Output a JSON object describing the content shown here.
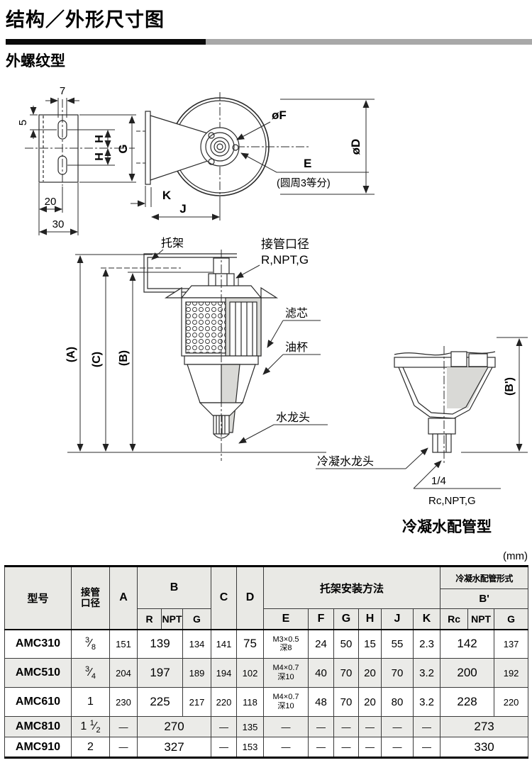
{
  "page": {
    "title": "结构／外形尺寸图",
    "subtitle": "外螺纹型",
    "unit": "(mm)"
  },
  "diagram": {
    "fig_top": {
      "dim_7": "7",
      "dim_5": "5",
      "dim_20": "20",
      "dim_30": "30",
      "dim_h1": "H",
      "dim_h2": "H",
      "dim_g": "G",
      "dim_k": "K",
      "dim_j": "J",
      "dim_of": "øF",
      "dim_od": "øD",
      "dim_e": "E",
      "e_note": "(圆周3等分)"
    },
    "fig_front": {
      "bracket": "托架",
      "port_label": "接管口径",
      "port_threads": "R,NPT,G",
      "element": "滤芯",
      "bowl": "油杯",
      "tap": "水龙头",
      "dim_a": "(A)",
      "dim_c": "(C)",
      "dim_b": "(B)"
    },
    "fig_drain": {
      "dim_bp": "(B')",
      "cond_tap": "冷凝水龙头",
      "drain_size": "1/4",
      "drain_threads": "Rc,NPT,G",
      "caption": "冷凝水配管型"
    }
  },
  "table": {
    "header": {
      "model": "型号",
      "port": "接管\n口径",
      "a": "A",
      "b": "B",
      "c": "C",
      "d": "D",
      "bracket_group": "托架安装方法",
      "cond_group": "冷凝水配管形式",
      "bp": "B'",
      "r": "R",
      "npt": "NPT",
      "g": "G",
      "e": "E",
      "f": "F",
      "g2": "G",
      "h": "H",
      "j": "J",
      "k": "K",
      "rc": "Rc",
      "npt2": "NPT",
      "g3": "G"
    },
    "rows": [
      {
        "model": "AMC310",
        "port": "3/8",
        "a": "151",
        "b_rnpt": "139",
        "b_g": "134",
        "c": "141",
        "d": "75",
        "e": "M3×0.5\n深8",
        "f": "24",
        "g": "50",
        "h": "15",
        "j": "55",
        "k": "2.3",
        "bp_rcnpt": "142",
        "bp_g": "137"
      },
      {
        "model": "AMC510",
        "port": "3/4",
        "a": "204",
        "b_rnpt": "197",
        "b_g": "189",
        "c": "194",
        "d": "102",
        "e": "M4×0.7\n深10",
        "f": "40",
        "g": "70",
        "h": "20",
        "j": "70",
        "k": "3.2",
        "bp_rcnpt": "200",
        "bp_g": "192"
      },
      {
        "model": "AMC610",
        "port": "1",
        "a": "230",
        "b_rnpt": "225",
        "b_g": "217",
        "c": "220",
        "d": "118",
        "e": "M4×0.7\n深10",
        "f": "48",
        "g": "70",
        "h": "20",
        "j": "80",
        "k": "3.2",
        "bp_rcnpt": "228",
        "bp_g": "220"
      },
      {
        "model": "AMC810",
        "port": "1 1/2",
        "a": "—",
        "b_all": "270",
        "c": "—",
        "d": "135",
        "e": "—",
        "f": "—",
        "g": "—",
        "h": "—",
        "j": "—",
        "k": "—",
        "bp_all": "273"
      },
      {
        "model": "AMC910",
        "port": "2",
        "a": "—",
        "b_all": "327",
        "c": "—",
        "d": "153",
        "e": "—",
        "f": "—",
        "g": "—",
        "h": "—",
        "j": "—",
        "k": "—",
        "bp_all": "330"
      }
    ]
  }
}
